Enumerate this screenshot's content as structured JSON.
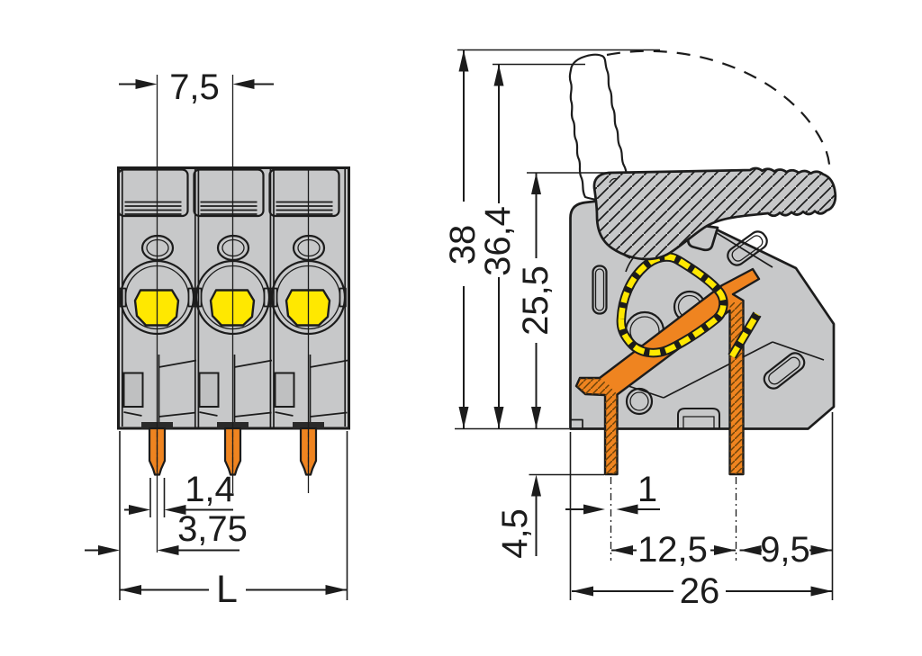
{
  "front_view": {
    "dims": {
      "pitch": "7,5",
      "pin_width": "1,4",
      "pin_offset": "3,75",
      "length": "L"
    }
  },
  "side_view": {
    "dims": {
      "total_height": "38",
      "lever_height": "36,4",
      "body_height": "25,5",
      "pin_length": "4,5",
      "pin_thickness": "1",
      "pin_spacing": "12,5",
      "pin_to_edge": "9,5",
      "depth": "26"
    }
  },
  "colors": {
    "body_gray": "#c7c8c9",
    "inner_gray": "#bfc0c1",
    "conductor_orange": "#ef8420",
    "spring_yellow": "#ffe800",
    "outline_black": "#1c1c1c",
    "background": "#ffffff"
  }
}
